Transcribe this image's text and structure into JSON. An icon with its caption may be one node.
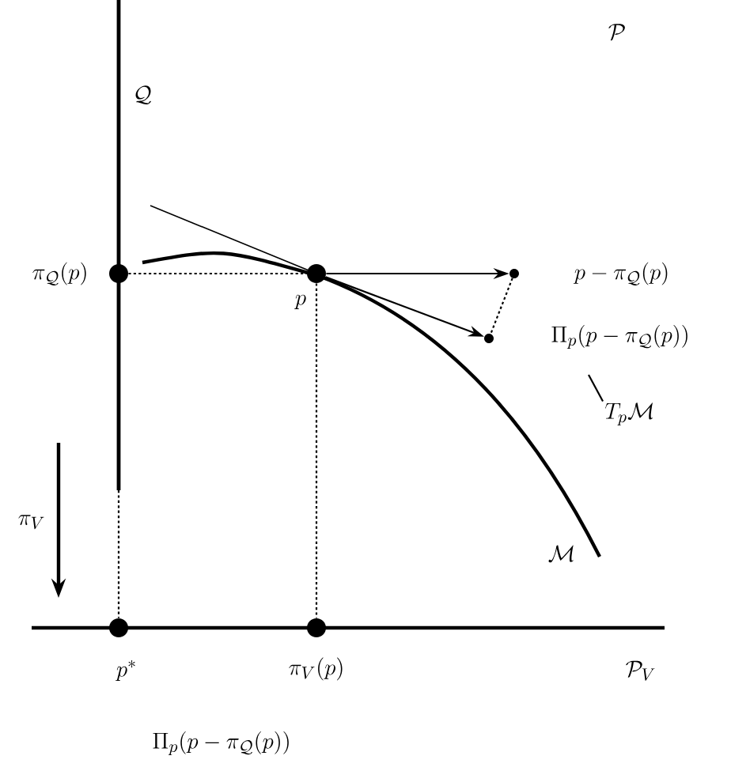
{
  "diagram": {
    "nodes": [
      {
        "text": [],
        "shape": "circle",
        "beside": [
          "\\pi_{\\mathcal{Q}}(p)"
        ]
      },
      {
        "text": [],
        "shape": "circle",
        "beside": [
          "p"
        ]
      },
      {
        "text": [],
        "shape": "circle",
        "beside": [
          "p-\\pi_{\\mathcal{Q}}(p)"
        ]
      },
      {
        "text": [],
        "shape": "circle",
        "beside": [
          "\\Pi_p(p-\\pi_{\\mathcal{Q}}(p))"
        ]
      },
      {
        "text": [],
        "shape": "circle",
        "beside": [
          "p^*"
        ]
      },
      {
        "text": [],
        "shape": "circle",
        "beside": [
          "\\pi_V(p)"
        ]
      },
      {
        "text": [
          "T_p\\mathcal{M}"
        ]
      }
    ],
    "edges": [
      {
        "from": 0,
        "to": 1,
        "arrow": "none",
        "style": "dashed"
      },
      {
        "from": 1,
        "to": 2,
        "arrow": "to"
      },
      {
        "from": 1,
        "to": 3,
        "arrow": "to"
      },
      {
        "from": 2,
        "to": 3,
        "arrow": "none",
        "style": "dashed"
      },
      {
        "from": 1,
        "to": 5,
        "arrow": "none",
        "style": "dashed"
      },
      {
        "from": null,
        "to": 4,
        "arrow": "none",
        "style": "dashed"
      },
      {
        "from": 6,
        "to": null,
        "arrow": "none"
      }
    ],
    "labels": [
      "\\mathcal{P}",
      "\\mathcal{Q}",
      "\\mathcal{M}",
      "\\pi_V",
      "\\mathcal{P}_V",
      "\\Pi_p(p-\\pi_{\\mathcal{Q}}(p))"
    ]
  }
}
